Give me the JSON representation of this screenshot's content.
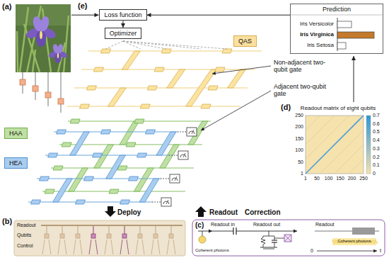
{
  "diagram": {
    "nodes": [
      {
        "text": [
          "Loss function"
        ]
      },
      {
        "text": [
          "Optimizer"
        ]
      },
      {
        "text": [
          "Prediction",
          "Iris Versicolor",
          "Iris Virginica",
          "Iris Setosa"
        ]
      },
      {
        "text": [
          "QAS"
        ]
      },
      {
        "text": [
          "HAA"
        ]
      },
      {
        "text": [
          "HEA"
        ]
      }
    ],
    "edges": [
      {
        "from": 0,
        "to": 1,
        "arrow": "to"
      },
      {
        "from": 2,
        "to": 0,
        "arrow": "to"
      }
    ],
    "labels": [
      "(a)",
      "(e)",
      "Non-adjacent two-qubit gate",
      "Adjacent two-qubit gate",
      "(d)",
      "Readout matrix of eight qubits",
      "1",
      "50",
      "100",
      "150",
      "200",
      "250",
      "250",
      "200",
      "150",
      "100",
      "50",
      "1",
      "0.7",
      "0.6",
      "0.5",
      "0.4",
      "0.3",
      "0.2",
      "0.1",
      "0",
      "Correction",
      "Deploy",
      "Readout",
      "(b)",
      "Readout",
      "Qubits",
      "Control",
      "(c)",
      "Readout in",
      "Readout out",
      "Coherent photons",
      "Readout",
      "Coherent photons",
      "0",
      "t"
    ]
  }
}
